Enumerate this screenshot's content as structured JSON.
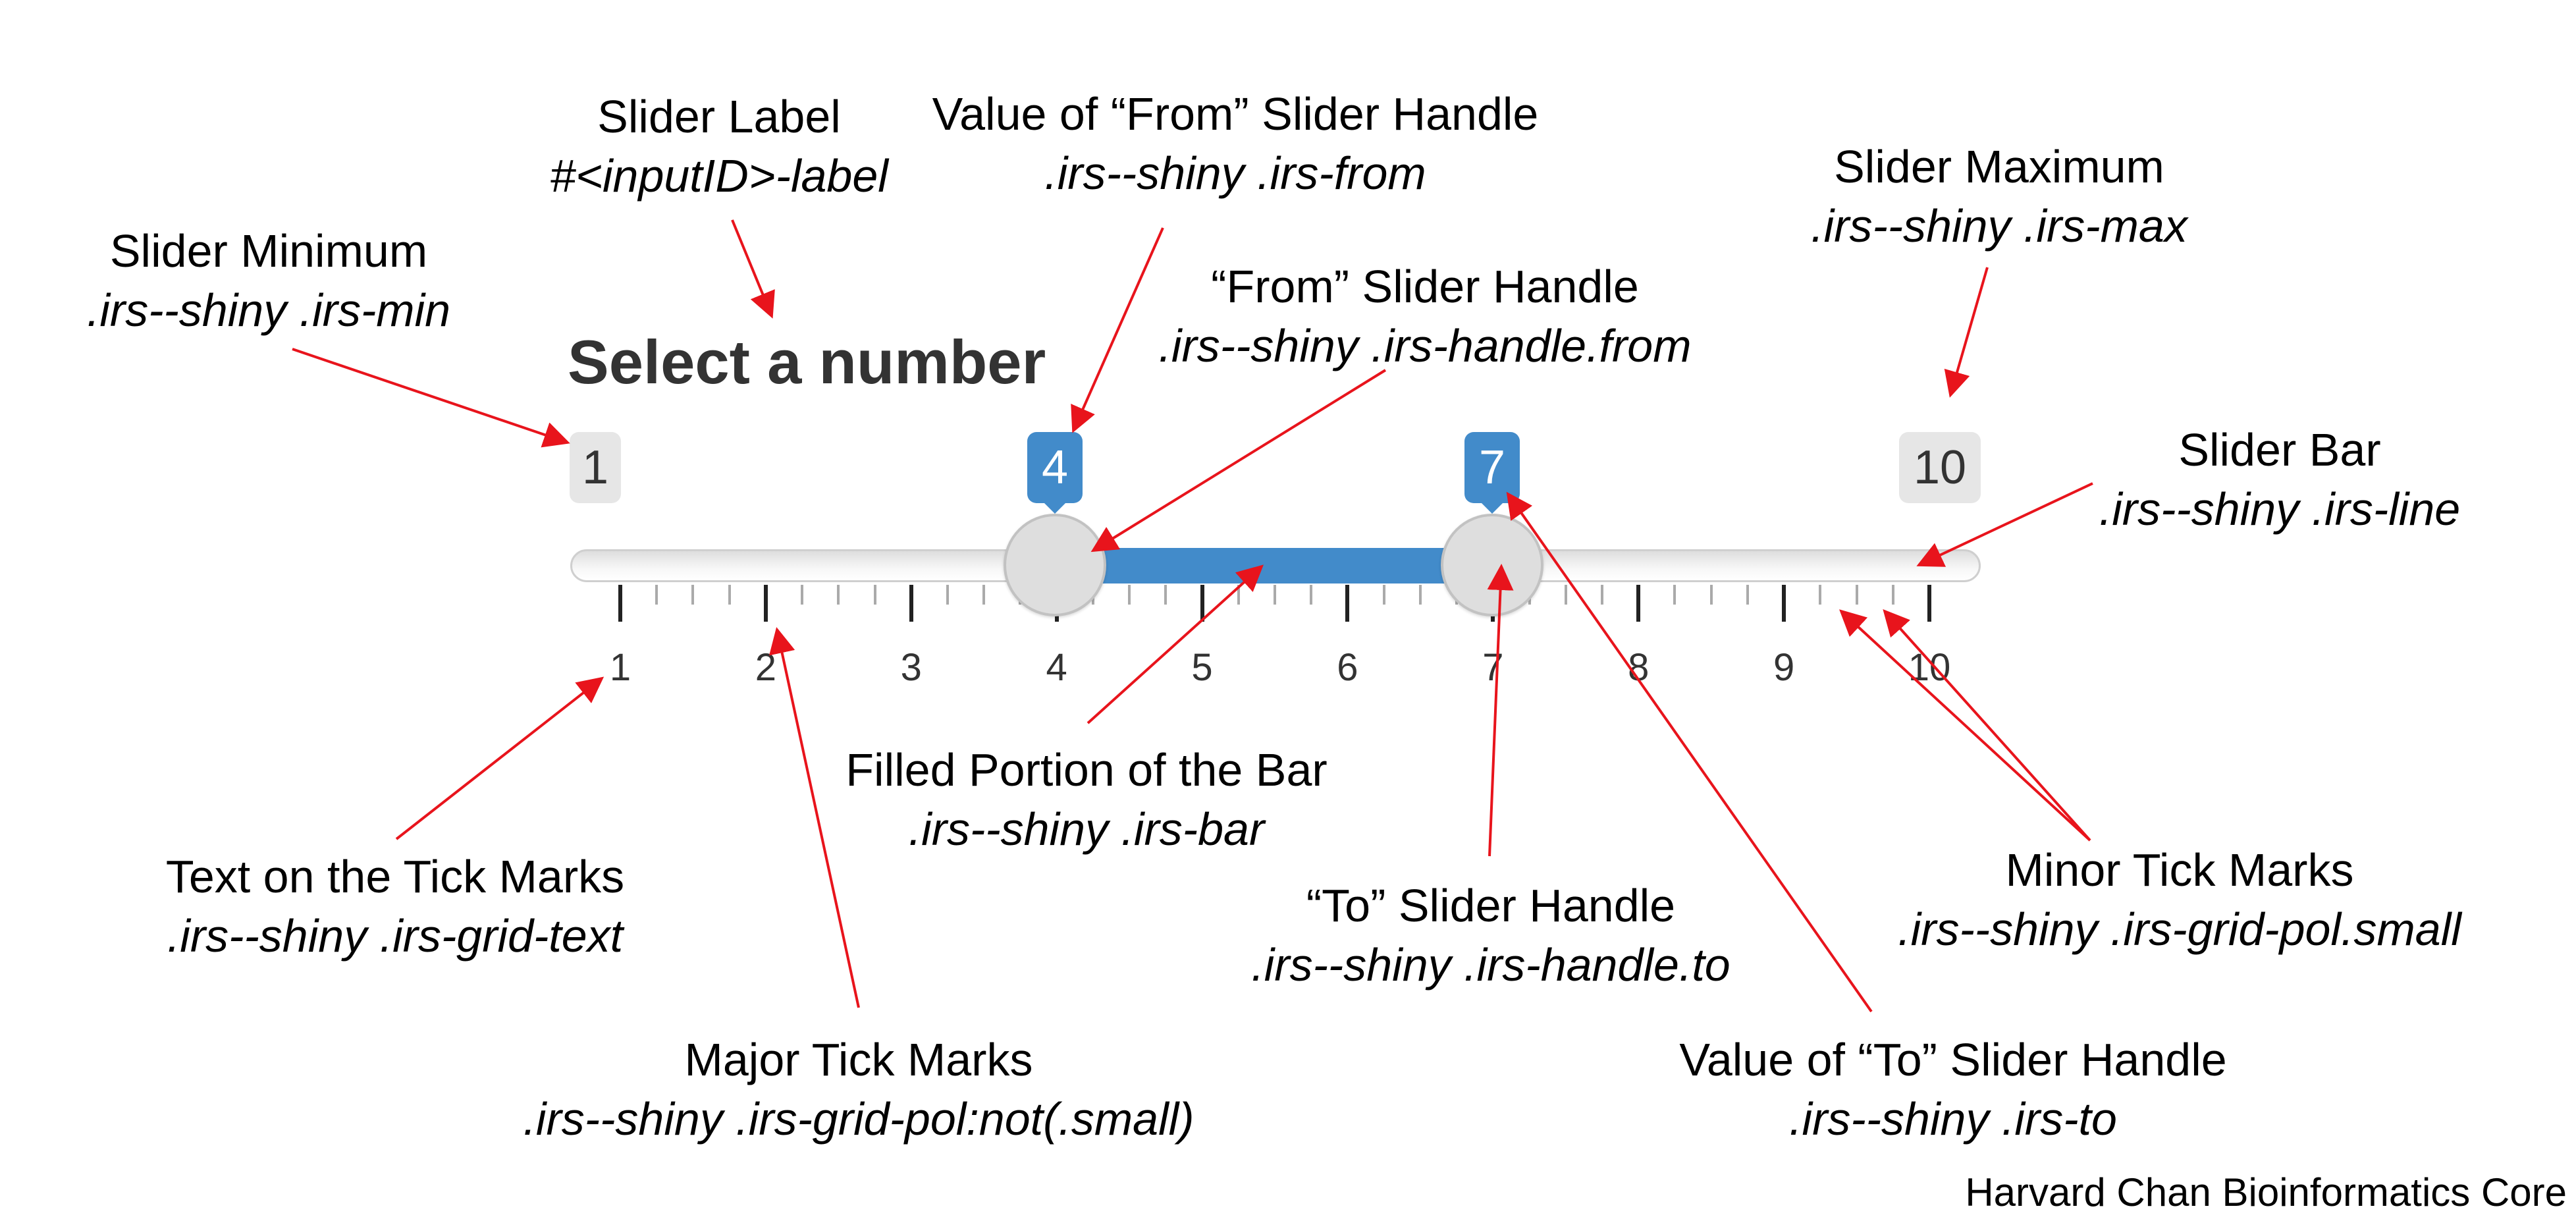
{
  "slider": {
    "label": "Select a number",
    "min": "1",
    "max": "10",
    "from": "4",
    "to": "7",
    "grid_labels": [
      "1",
      "2",
      "3",
      "4",
      "5",
      "6",
      "7",
      "8",
      "9",
      "10"
    ],
    "bar_color": "#428bca"
  },
  "annotations": {
    "slider_label": {
      "title": "Slider Label",
      "code": "#<inputID>-label"
    },
    "slider_min": {
      "title": "Slider Minimum",
      "code": ".irs--shiny .irs-min"
    },
    "from_value": {
      "title": "Value of “From” Slider Handle",
      "code": ".irs--shiny .irs-from"
    },
    "from_handle": {
      "title": "“From” Slider Handle",
      "code": ".irs--shiny .irs-handle.from"
    },
    "slider_max": {
      "title": "Slider Maximum",
      "code": ".irs--shiny .irs-max"
    },
    "slider_bar": {
      "title": "Slider Bar",
      "code": ".irs--shiny .irs-line"
    },
    "filled_bar": {
      "title": "Filled Portion of the Bar",
      "code": ".irs--shiny .irs-bar"
    },
    "grid_text": {
      "title": "Text on the Tick Marks",
      "code": ".irs--shiny .irs-grid-text"
    },
    "to_handle": {
      "title": "“To” Slider Handle",
      "code": ".irs--shiny .irs-handle.to"
    },
    "minor_ticks": {
      "title": "Minor Tick Marks",
      "code": ".irs--shiny .irs-grid-pol.small"
    },
    "major_ticks": {
      "title": "Major Tick Marks",
      "code": ".irs--shiny .irs-grid-pol:not(.small)"
    },
    "to_value": {
      "title": "Value of “To” Slider Handle",
      "code": ".irs--shiny .irs-to"
    }
  },
  "credit": "Harvard Chan Bioinformatics Core",
  "colors": {
    "arrow": "#e8141c",
    "accent": "#428bca"
  }
}
